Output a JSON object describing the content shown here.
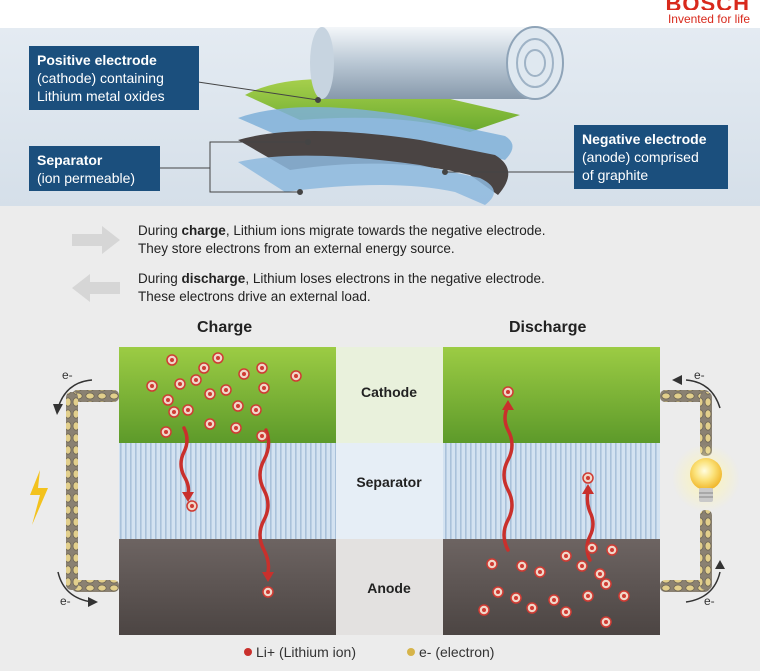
{
  "brand": {
    "name": "BOSCH",
    "tagline": "Invented for life"
  },
  "labels": {
    "cathode": {
      "title": "Positive electrode",
      "line2": "(cathode) containing",
      "line3": "Lithium metal oxides"
    },
    "separator": {
      "title": "Separator",
      "line2": "(ion permeable)"
    },
    "anode": {
      "title": "Negative electrode",
      "line2": "(anode) comprised",
      "line3": "of graphite"
    }
  },
  "info": {
    "charge_pre": "During ",
    "charge_bold": "charge",
    "charge_post": ", Lithium ions migrate towards the negative electrode.",
    "charge_line2": "They store electrons from an external energy source.",
    "discharge_pre": "During ",
    "discharge_bold": "discharge",
    "discharge_post": ", Lithium loses electrons in the negative electrode.",
    "discharge_line2": "These electrons drive an external load."
  },
  "columns": {
    "charge": "Charge",
    "discharge": "Discharge"
  },
  "layers": {
    "cathode": "Cathode",
    "separator": "Separator",
    "anode": "Anode"
  },
  "electron_label": "e-",
  "legend": {
    "li_ion": "Li+ (Lithium ion)",
    "electron": "e- (electron)"
  },
  "colors": {
    "label_box": "#1b4f7d",
    "cathode_green": "#6aaa2e",
    "separator_blue": "#c7d9ec",
    "anode_gray": "#5c5452",
    "ion_red": "#cf3b33",
    "electron_gold": "#d6b44a",
    "brand_red": "#d8291c"
  }
}
